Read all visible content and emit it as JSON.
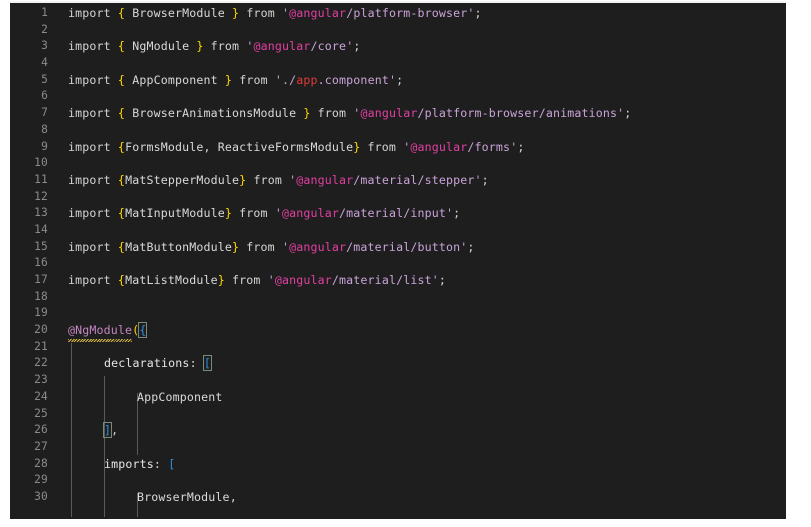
{
  "editor": {
    "theme": "dark",
    "background_color": "#1e1e1e",
    "gutter_color": "#8b8b8b",
    "language": "TypeScript",
    "file_kind": "angular-module",
    "first_visible_line": 1,
    "last_visible_line": 30,
    "colors": {
      "foreground": "#d4d4d4",
      "curly_brace": "#ffd602",
      "string": "#c9a3d8",
      "scope_package": "#e040a0",
      "local_module": "#e03a3a",
      "decorator": "#c485c0",
      "bracket": "#2d8fe0",
      "paren": "#ffd602",
      "squiggle_warning": "#d7b740",
      "indent_guide": "#5a5a5a"
    },
    "lines": [
      {
        "number": "1",
        "text": "import { BrowserModule } from '@angular/platform-browser';"
      },
      {
        "number": "2",
        "text": ""
      },
      {
        "number": "3",
        "text": "import { NgModule } from '@angular/core';"
      },
      {
        "number": "4",
        "text": ""
      },
      {
        "number": "5",
        "text": "import { AppComponent } from './app.component';"
      },
      {
        "number": "6",
        "text": ""
      },
      {
        "number": "7",
        "text": "import { BrowserAnimationsModule } from '@angular/platform-browser/animations';"
      },
      {
        "number": "8",
        "text": ""
      },
      {
        "number": "9",
        "text": "import {FormsModule, ReactiveFormsModule} from '@angular/forms';"
      },
      {
        "number": "10",
        "text": ""
      },
      {
        "number": "11",
        "text": "import {MatStepperModule} from '@angular/material/stepper';"
      },
      {
        "number": "12",
        "text": ""
      },
      {
        "number": "13",
        "text": "import {MatInputModule} from '@angular/material/input';"
      },
      {
        "number": "14",
        "text": ""
      },
      {
        "number": "15",
        "text": "import {MatButtonModule} from '@angular/material/button';"
      },
      {
        "number": "16",
        "text": ""
      },
      {
        "number": "17",
        "text": "import {MatListModule} from '@angular/material/list';"
      },
      {
        "number": "18",
        "text": ""
      },
      {
        "number": "19",
        "text": ""
      },
      {
        "number": "20",
        "text": "@NgModule({"
      },
      {
        "number": "21",
        "text": ""
      },
      {
        "number": "22",
        "text": "  declarations: ["
      },
      {
        "number": "23",
        "text": ""
      },
      {
        "number": "24",
        "text": "    AppComponent"
      },
      {
        "number": "25",
        "text": ""
      },
      {
        "number": "26",
        "text": "  ],"
      },
      {
        "number": "27",
        "text": ""
      },
      {
        "number": "28",
        "text": "  imports: ["
      },
      {
        "number": "29",
        "text": ""
      },
      {
        "number": "30",
        "text": "    BrowserModule,"
      }
    ],
    "tokens": {
      "kw_import": "import",
      "kw_from": "from",
      "brace_open": "{",
      "brace_close": "}",
      "paren_open": "(",
      "bracket_open": "[",
      "bracket_close": "]",
      "semicolon": ";",
      "comma": ",",
      "colon": ":",
      "quote": "'",
      "slash": "/",
      "dot": ".",
      "scope_angular": "@angular",
      "decorator_ngmodule": "@NgModule",
      "prop_declarations": "declarations",
      "prop_imports": "imports",
      "mod_browser_module": "BrowserModule",
      "mod_ng_module": "NgModule",
      "mod_app_component": "AppComponent",
      "mod_browser_animations_module": "BrowserAnimationsModule",
      "mod_forms_module": "FormsModule",
      "mod_reactive_forms_module": "ReactiveFormsModule",
      "mod_mat_stepper_module": "MatStepperModule",
      "mod_mat_input_module": "MatInputModule",
      "mod_mat_button_module": "MatButtonModule",
      "mod_mat_list_module": "MatListModule",
      "path_platform_browser": "/platform-browser",
      "path_core": "/core",
      "path_local_prefix": "./",
      "path_local_app": "app",
      "path_local_component": ".component",
      "path_platform_browser_animations": "/platform-browser/animations",
      "path_forms": "/forms",
      "path_material_stepper": "/material/stepper",
      "path_material_input": "/material/input",
      "path_material_button": "/material/button",
      "path_material_list": "/material/list"
    }
  }
}
